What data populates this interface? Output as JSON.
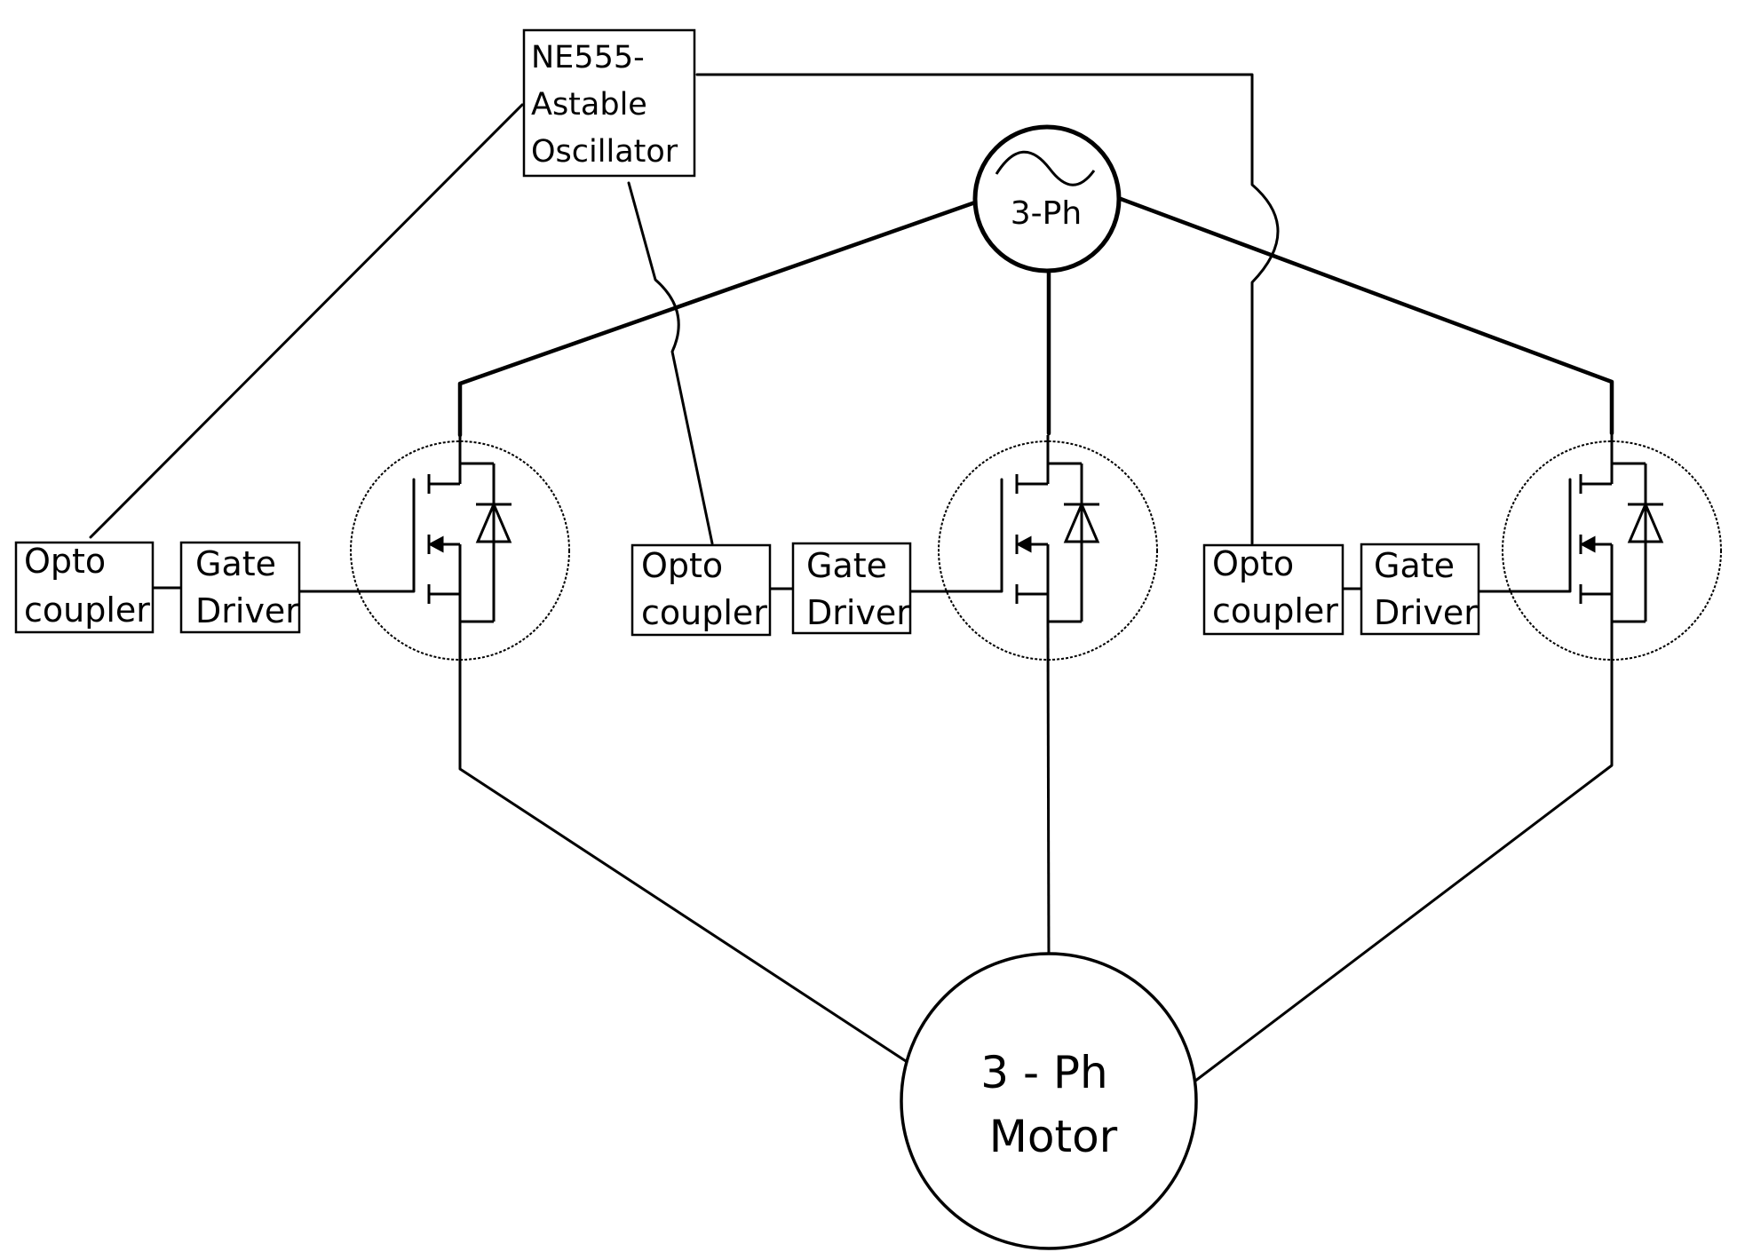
{
  "oscillator": {
    "line1": "NE555-",
    "line2": "Astable",
    "line3": "Oscillator"
  },
  "source": {
    "label": "3-Ph",
    "icon": "sine-wave-icon"
  },
  "motor": {
    "line1": "3 - Ph",
    "line2": "Motor"
  },
  "channels": [
    {
      "opto_line1": "Opto",
      "opto_line2": "coupler",
      "driver_line1": "Gate",
      "driver_line2": "Driver"
    },
    {
      "opto_line1": "Opto",
      "opto_line2": "coupler",
      "driver_line1": "Gate",
      "driver_line2": "Driver"
    },
    {
      "opto_line1": "Opto",
      "opto_line2": "coupler",
      "driver_line1": "Gate",
      "driver_line2": "Driver"
    }
  ]
}
